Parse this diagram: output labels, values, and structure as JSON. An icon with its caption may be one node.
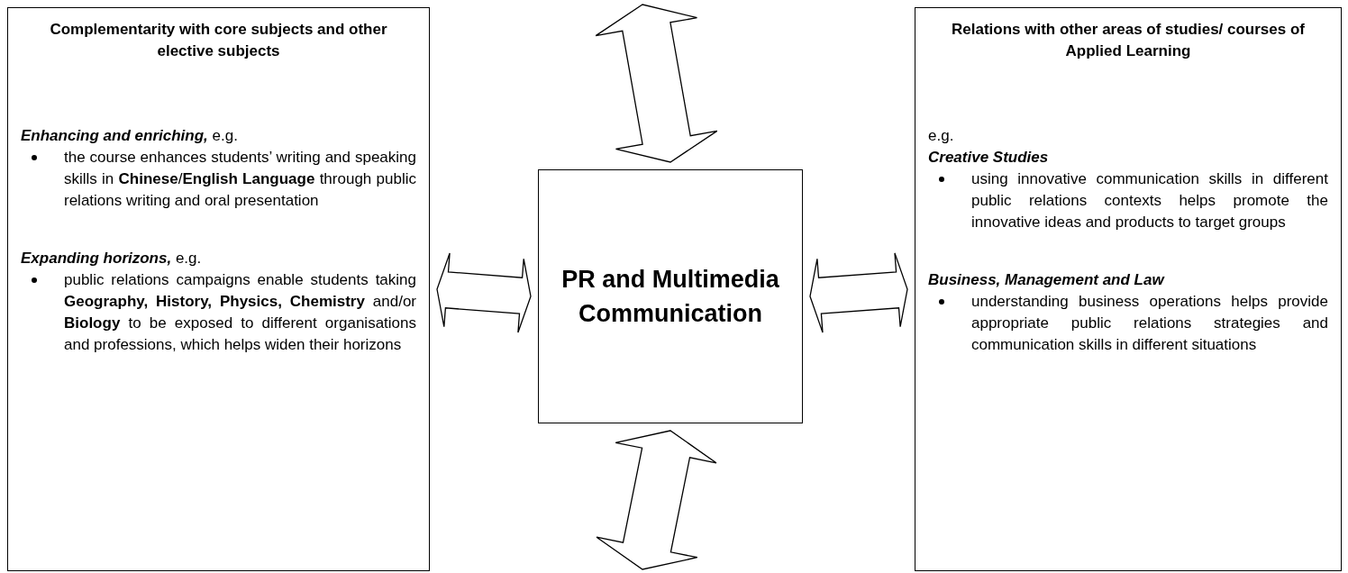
{
  "diagram": {
    "nodes": [
      {
        "text": [
          "Complementarity with core subjects and other elective subjects",
          "**Enhancing and enriching,** e.g.",
          "the course enhances students’ writing and speaking skills in **Chinese**/**English Language** through public relations writing and oral presentation",
          "**Expanding horizons,** e.g.",
          "public relations campaigns enable students taking **Geography, History, Physics, Chemistry** and/or **Biology** to be exposed to different organisations and professions, which helps widen their horizons"
        ]
      },
      {
        "text": [
          "PR and Multimedia Communication"
        ]
      },
      {
        "text": [
          "Relations with other areas of studies/ courses of Applied Learning",
          "e.g.",
          "Creative Studies",
          "using innovative communication skills in different public relations contexts helps promote the innovative ideas and products to target groups",
          "Business, Management and Law",
          "understanding business operations helps provide appropriate public relations strategies and communication skills in different situations"
        ]
      }
    ],
    "edges": [
      {
        "from": 0,
        "to": 1,
        "arrow": "both"
      },
      {
        "from": 1,
        "to": 2,
        "arrow": "both"
      },
      {
        "from": null,
        "to": 1,
        "arrow": "both"
      },
      {
        "from": 1,
        "to": null,
        "arrow": "both"
      }
    ]
  }
}
